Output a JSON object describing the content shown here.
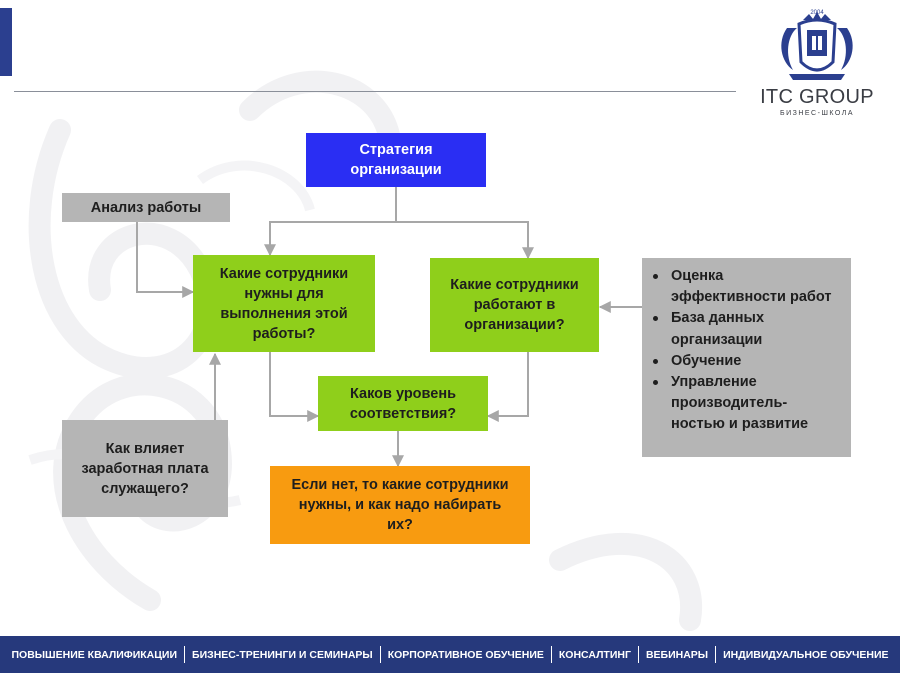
{
  "logo": {
    "year": "2004",
    "title": "ITC GROUP",
    "subtitle": "БИЗНЕС-ШКОЛА"
  },
  "diagram": {
    "strategy": "Стратегия\nорганизации",
    "analysis": "Анализ работы",
    "needed": "Какие сотрудники\nнужны для\nвыполнения этой\nработы?",
    "current": "Какие сотрудники\nработают в\nорганизации?",
    "fit": "Каков уровень\nсоответствия?",
    "salary": "Как влияет\nзаработная плата\nслужащего?",
    "hire": "Если нет, то какие сотрудники\nнужны, и как надо набирать\nих?",
    "sources": [
      "Оценка\nэффективности работ",
      "База данных\nорганизации",
      "Обучение",
      "Управление\nпроизводитель-\nностью и развитие"
    ]
  },
  "colors": {
    "blue_box": "#2a2ef3",
    "green_box": "#8fcf1b",
    "gray_box": "#b5b5b5",
    "orange_box": "#f89b10",
    "footer_bar": "#26397c"
  },
  "footer": {
    "items": [
      "ПОВЫШЕНИЕ КВАЛИФИКАЦИИ",
      "БИЗНЕС-ТРЕНИНГИ И СЕМИНАРЫ",
      "КОРПОРАТИВНОЕ ОБУЧЕНИЕ",
      "КОНСАЛТИНГ",
      "ВЕБИНАРЫ",
      "ИНДИВИДУАЛЬНОЕ ОБУЧЕНИЕ"
    ]
  }
}
